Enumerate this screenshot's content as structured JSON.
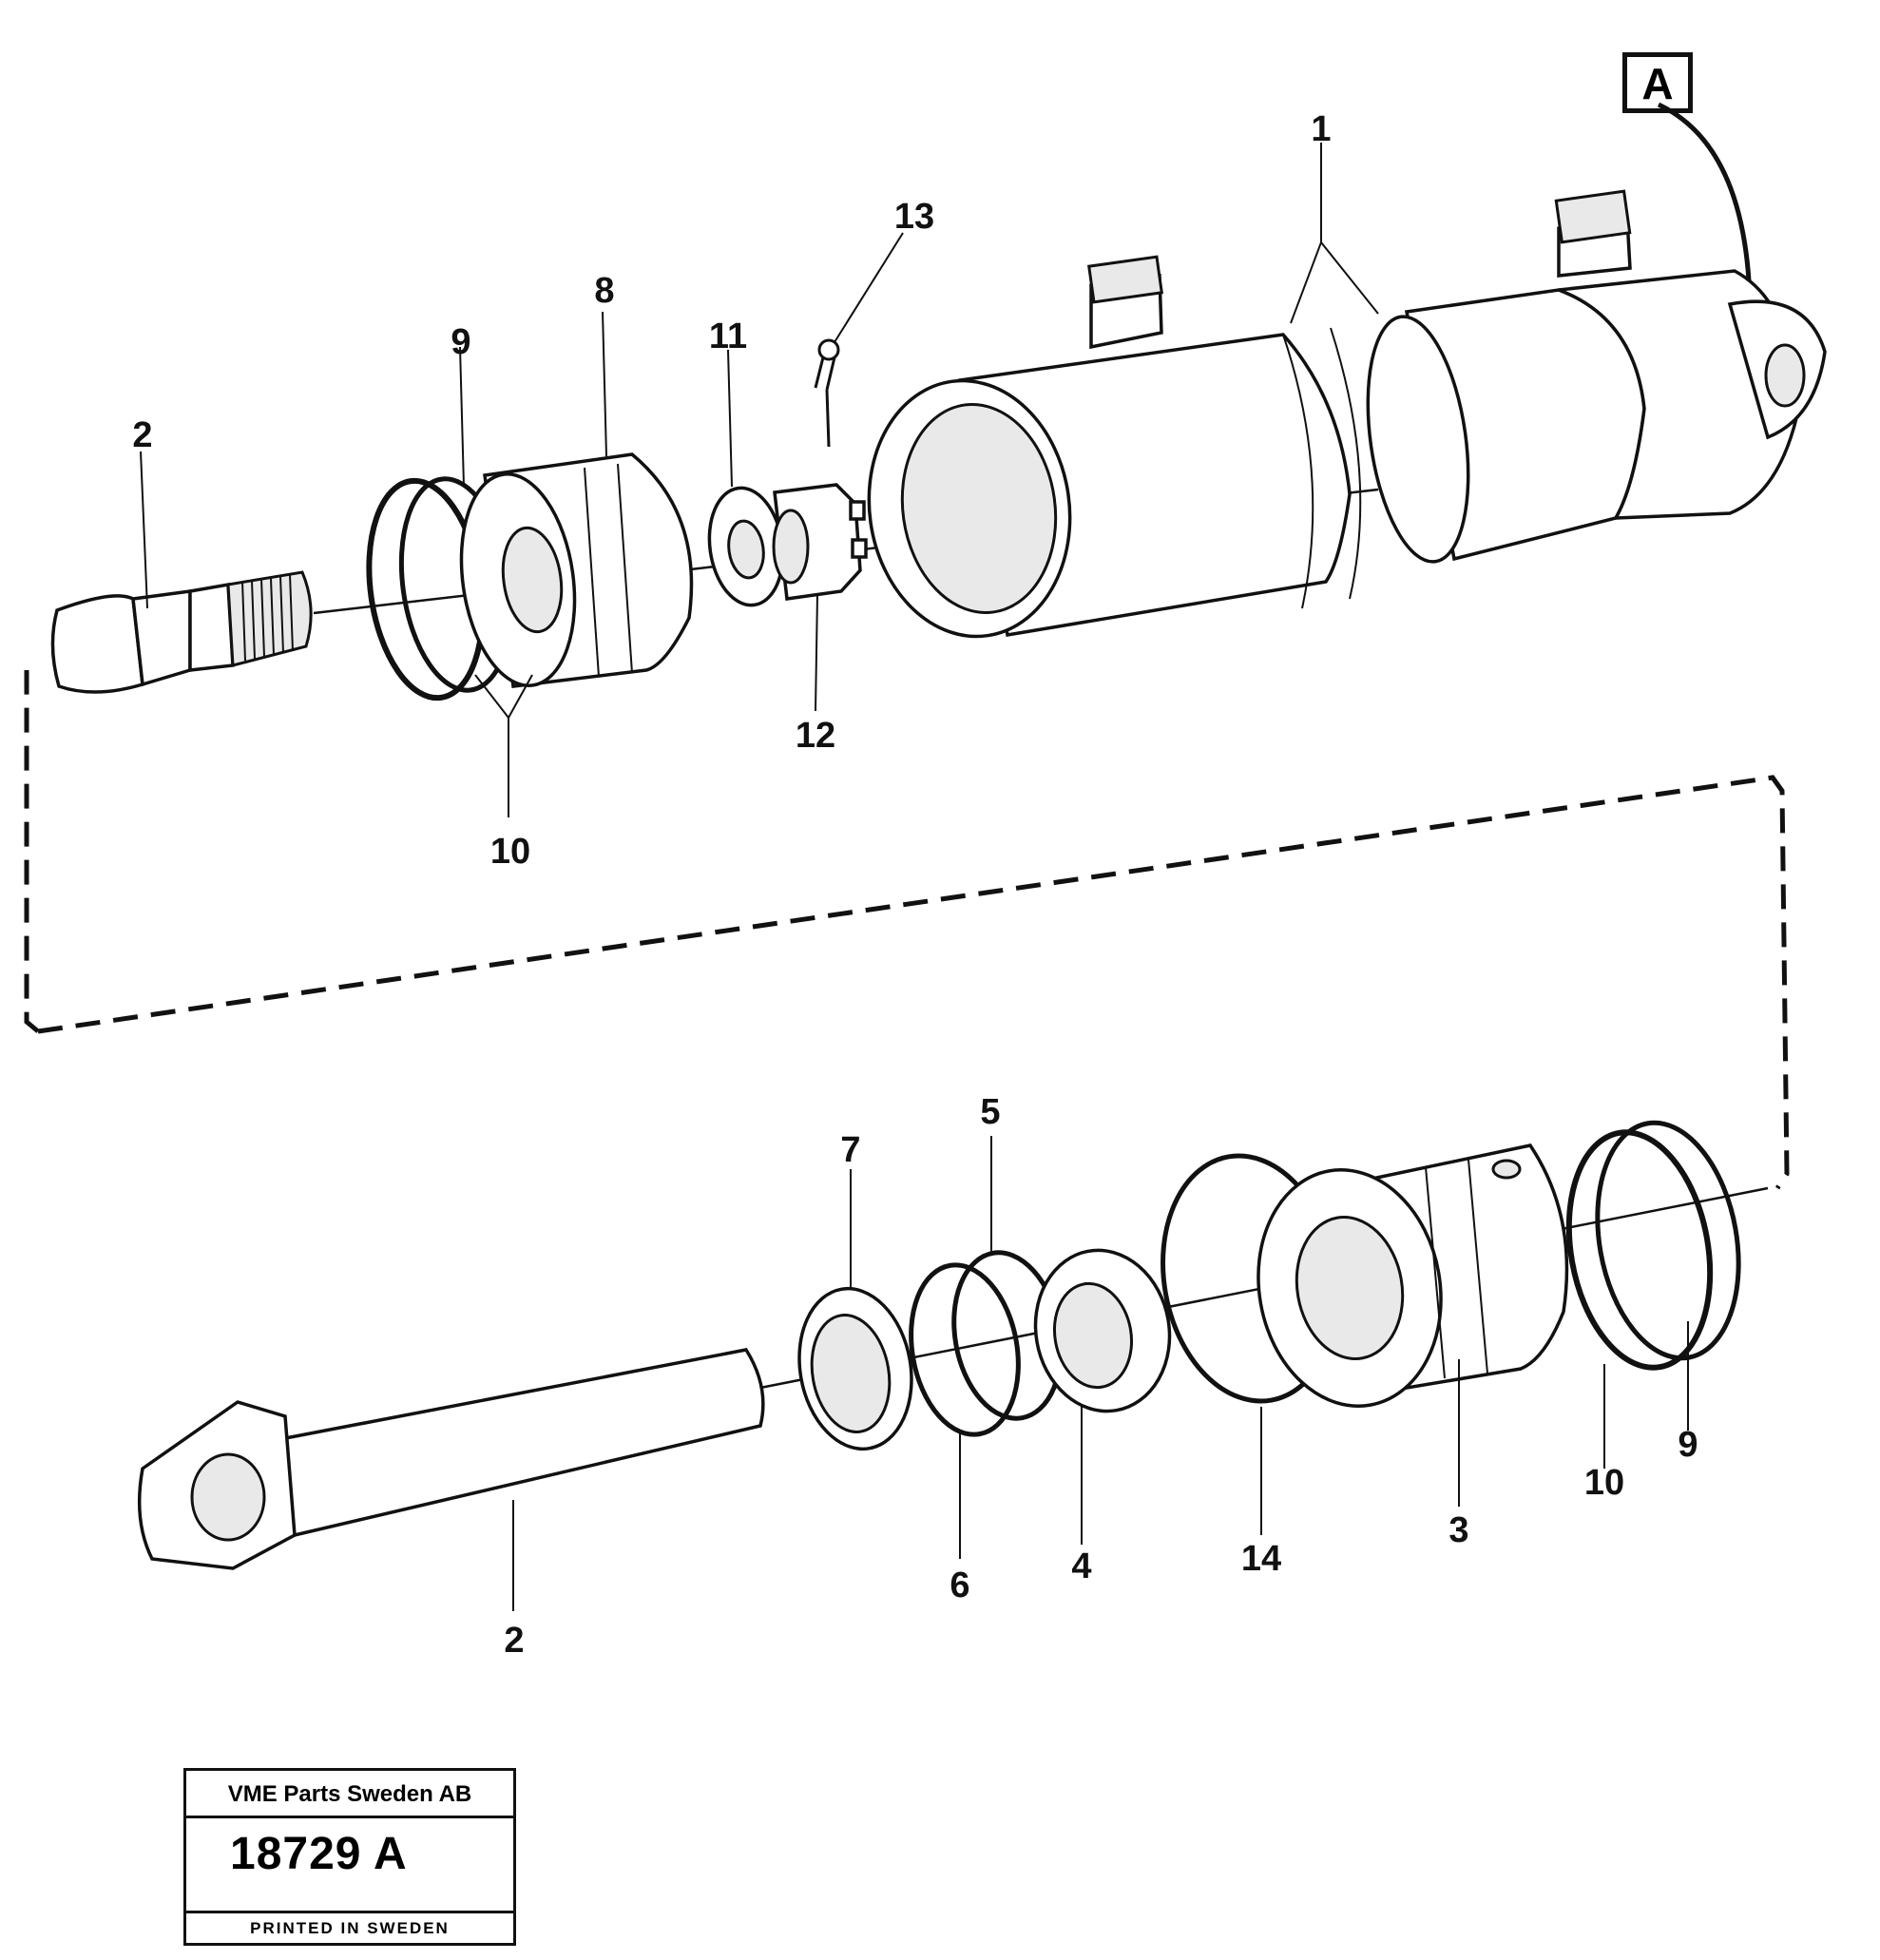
{
  "diagram": {
    "callouts": {
      "c1": "1",
      "c2_top": "2",
      "c8": "8",
      "c9_top": "9",
      "c10_top": "10",
      "c11": "11",
      "c12": "12",
      "c13": "13",
      "c2_bottom": "2",
      "c7": "7",
      "c5": "5",
      "c6": "6",
      "c4": "4",
      "c14": "14",
      "c3": "3",
      "c10_bottom": "10",
      "c9_bottom": "9"
    },
    "detail_marker": "A"
  },
  "title_block": {
    "company": "VME Parts Sweden AB",
    "drawing_number": "18729 A",
    "printed": "PRINTED IN SWEDEN"
  }
}
